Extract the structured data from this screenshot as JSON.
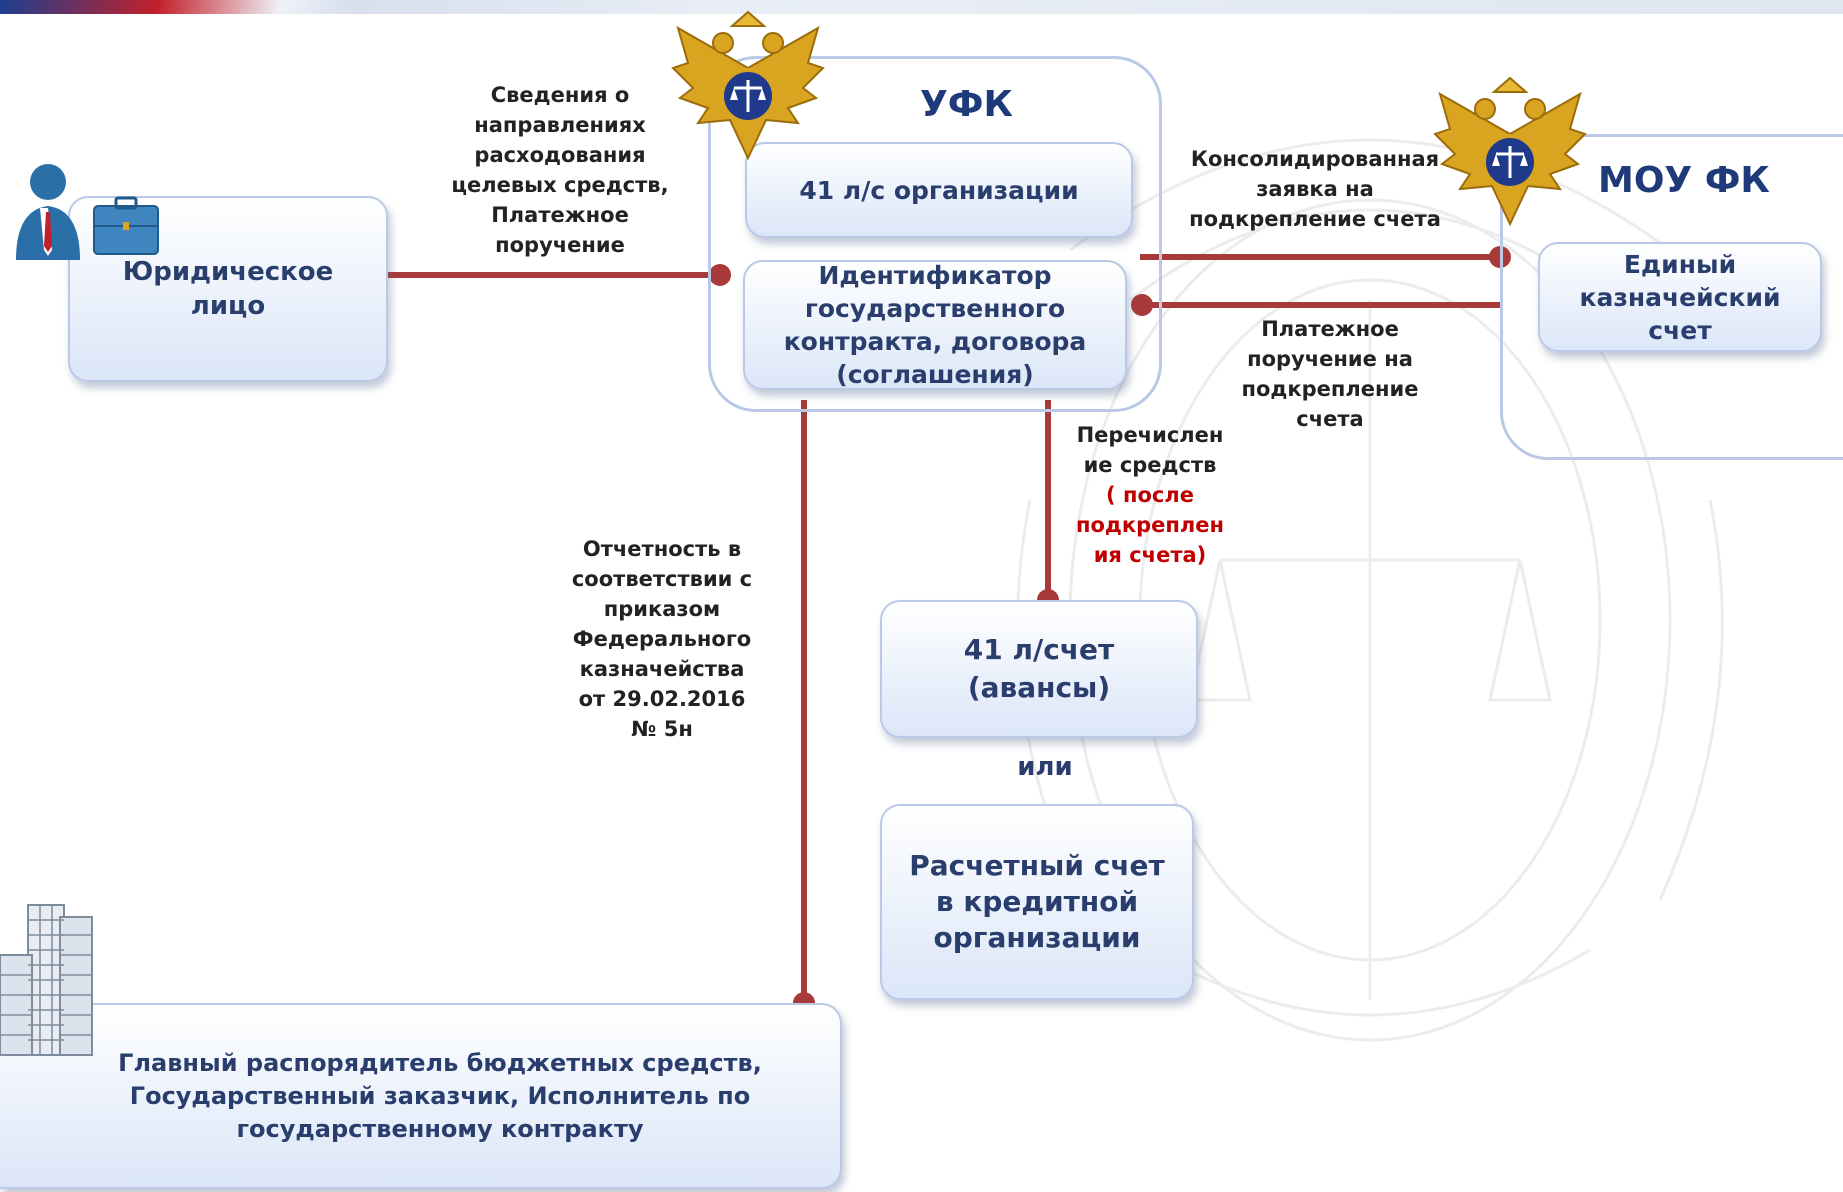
{
  "nodes": {
    "ufk_title": "УФК",
    "mou_title": "МОУ ФК",
    "legal_entity": [
      "Юридическое",
      "лицо"
    ],
    "org_account": "41 л/с организации",
    "contract_id": [
      "Идентификатор",
      "государственного",
      "контракта, договора",
      "(соглашения)"
    ],
    "single_account": [
      "Единый",
      "казначейский",
      "счет"
    ],
    "advance_account": [
      "41 л/счет",
      "(авансы)"
    ],
    "or_text": "или",
    "bank_account": [
      "Расчетный счет",
      "в кредитной",
      "организации"
    ],
    "chief": [
      "Главный распорядитель бюджетных средств,",
      "Государственный заказчик, Исполнитель по",
      "государственному контракту"
    ]
  },
  "labels": {
    "info": [
      "Сведения о",
      "направлениях",
      "расходования",
      "целевых средств,",
      "Платежное",
      "поручение"
    ],
    "consolidated": [
      "Консолидированная",
      "заявка на",
      "подкрепление счета"
    ],
    "payment_order": [
      "Платежное",
      "поручение на",
      "подкрепление",
      "счета"
    ],
    "transfer": [
      "Перечислен",
      "ие средств"
    ],
    "transfer_note": [
      "( после",
      "подкреплен",
      "ия счета)"
    ],
    "reporting": [
      "Отчетность в",
      "соответствии с",
      "приказом",
      "Федерального",
      "казначейства",
      "от 29.02.2016",
      "№ 5н"
    ]
  },
  "colors": {
    "connector": "#a93a3a",
    "box_border": "#b9c9e6",
    "title_text": "#1f3a7a",
    "box_text": "#2a3e6e",
    "accent_red": "#c00000"
  },
  "icons": [
    "double-headed-eagle-emblem-icon",
    "businessman-with-briefcase-icon",
    "office-building-icon"
  ]
}
